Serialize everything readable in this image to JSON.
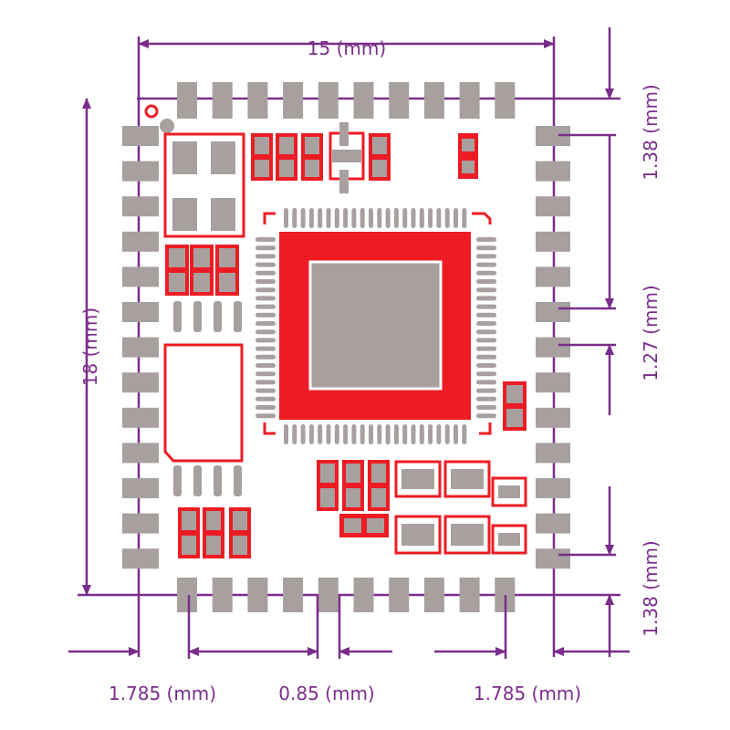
{
  "dimensions": {
    "width": "15 (mm)",
    "height": "18 (mm)",
    "pad_pitch_top": "1.38 (mm)",
    "pad_pitch_mid": "1.27 (mm)",
    "pad_pitch_bottom": "1.38 (mm)",
    "edge_left": "1.785 (mm)",
    "pad_width": "0.85 (mm)",
    "edge_right": "1.785 (mm)"
  },
  "colors": {
    "dimension": "#7a2d8a",
    "copper": "#ed1c24",
    "pad": "#a7a09e",
    "outline": "#7a2d8a"
  }
}
